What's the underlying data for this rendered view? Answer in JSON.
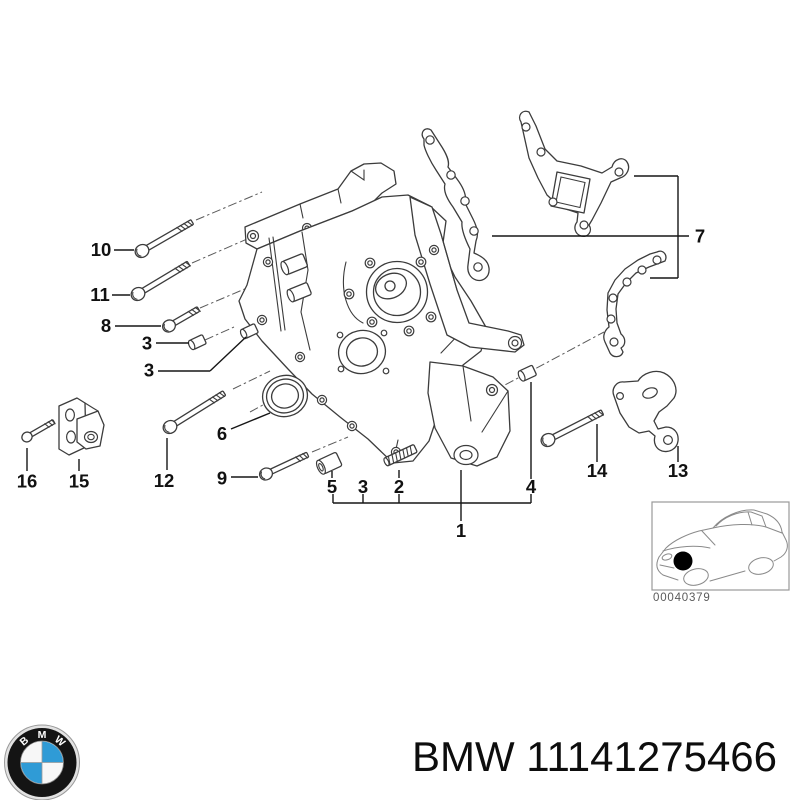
{
  "labels": [
    "10",
    "11",
    "8",
    "3",
    "3",
    "6",
    "12",
    "9",
    "16",
    "15",
    "5",
    "3",
    "2",
    "4",
    "1",
    "14",
    "13",
    "7"
  ],
  "thumbnail": {
    "code": "00040379"
  },
  "footer": {
    "title": "BMW 11141275466"
  },
  "logo": {
    "letters": [
      "B",
      "M",
      "W"
    ]
  },
  "colors": {
    "logo_blue": "#2F9BD6",
    "logo_ring": "#141414",
    "line": "#3C3C3C",
    "marker_dot": "#000000"
  }
}
